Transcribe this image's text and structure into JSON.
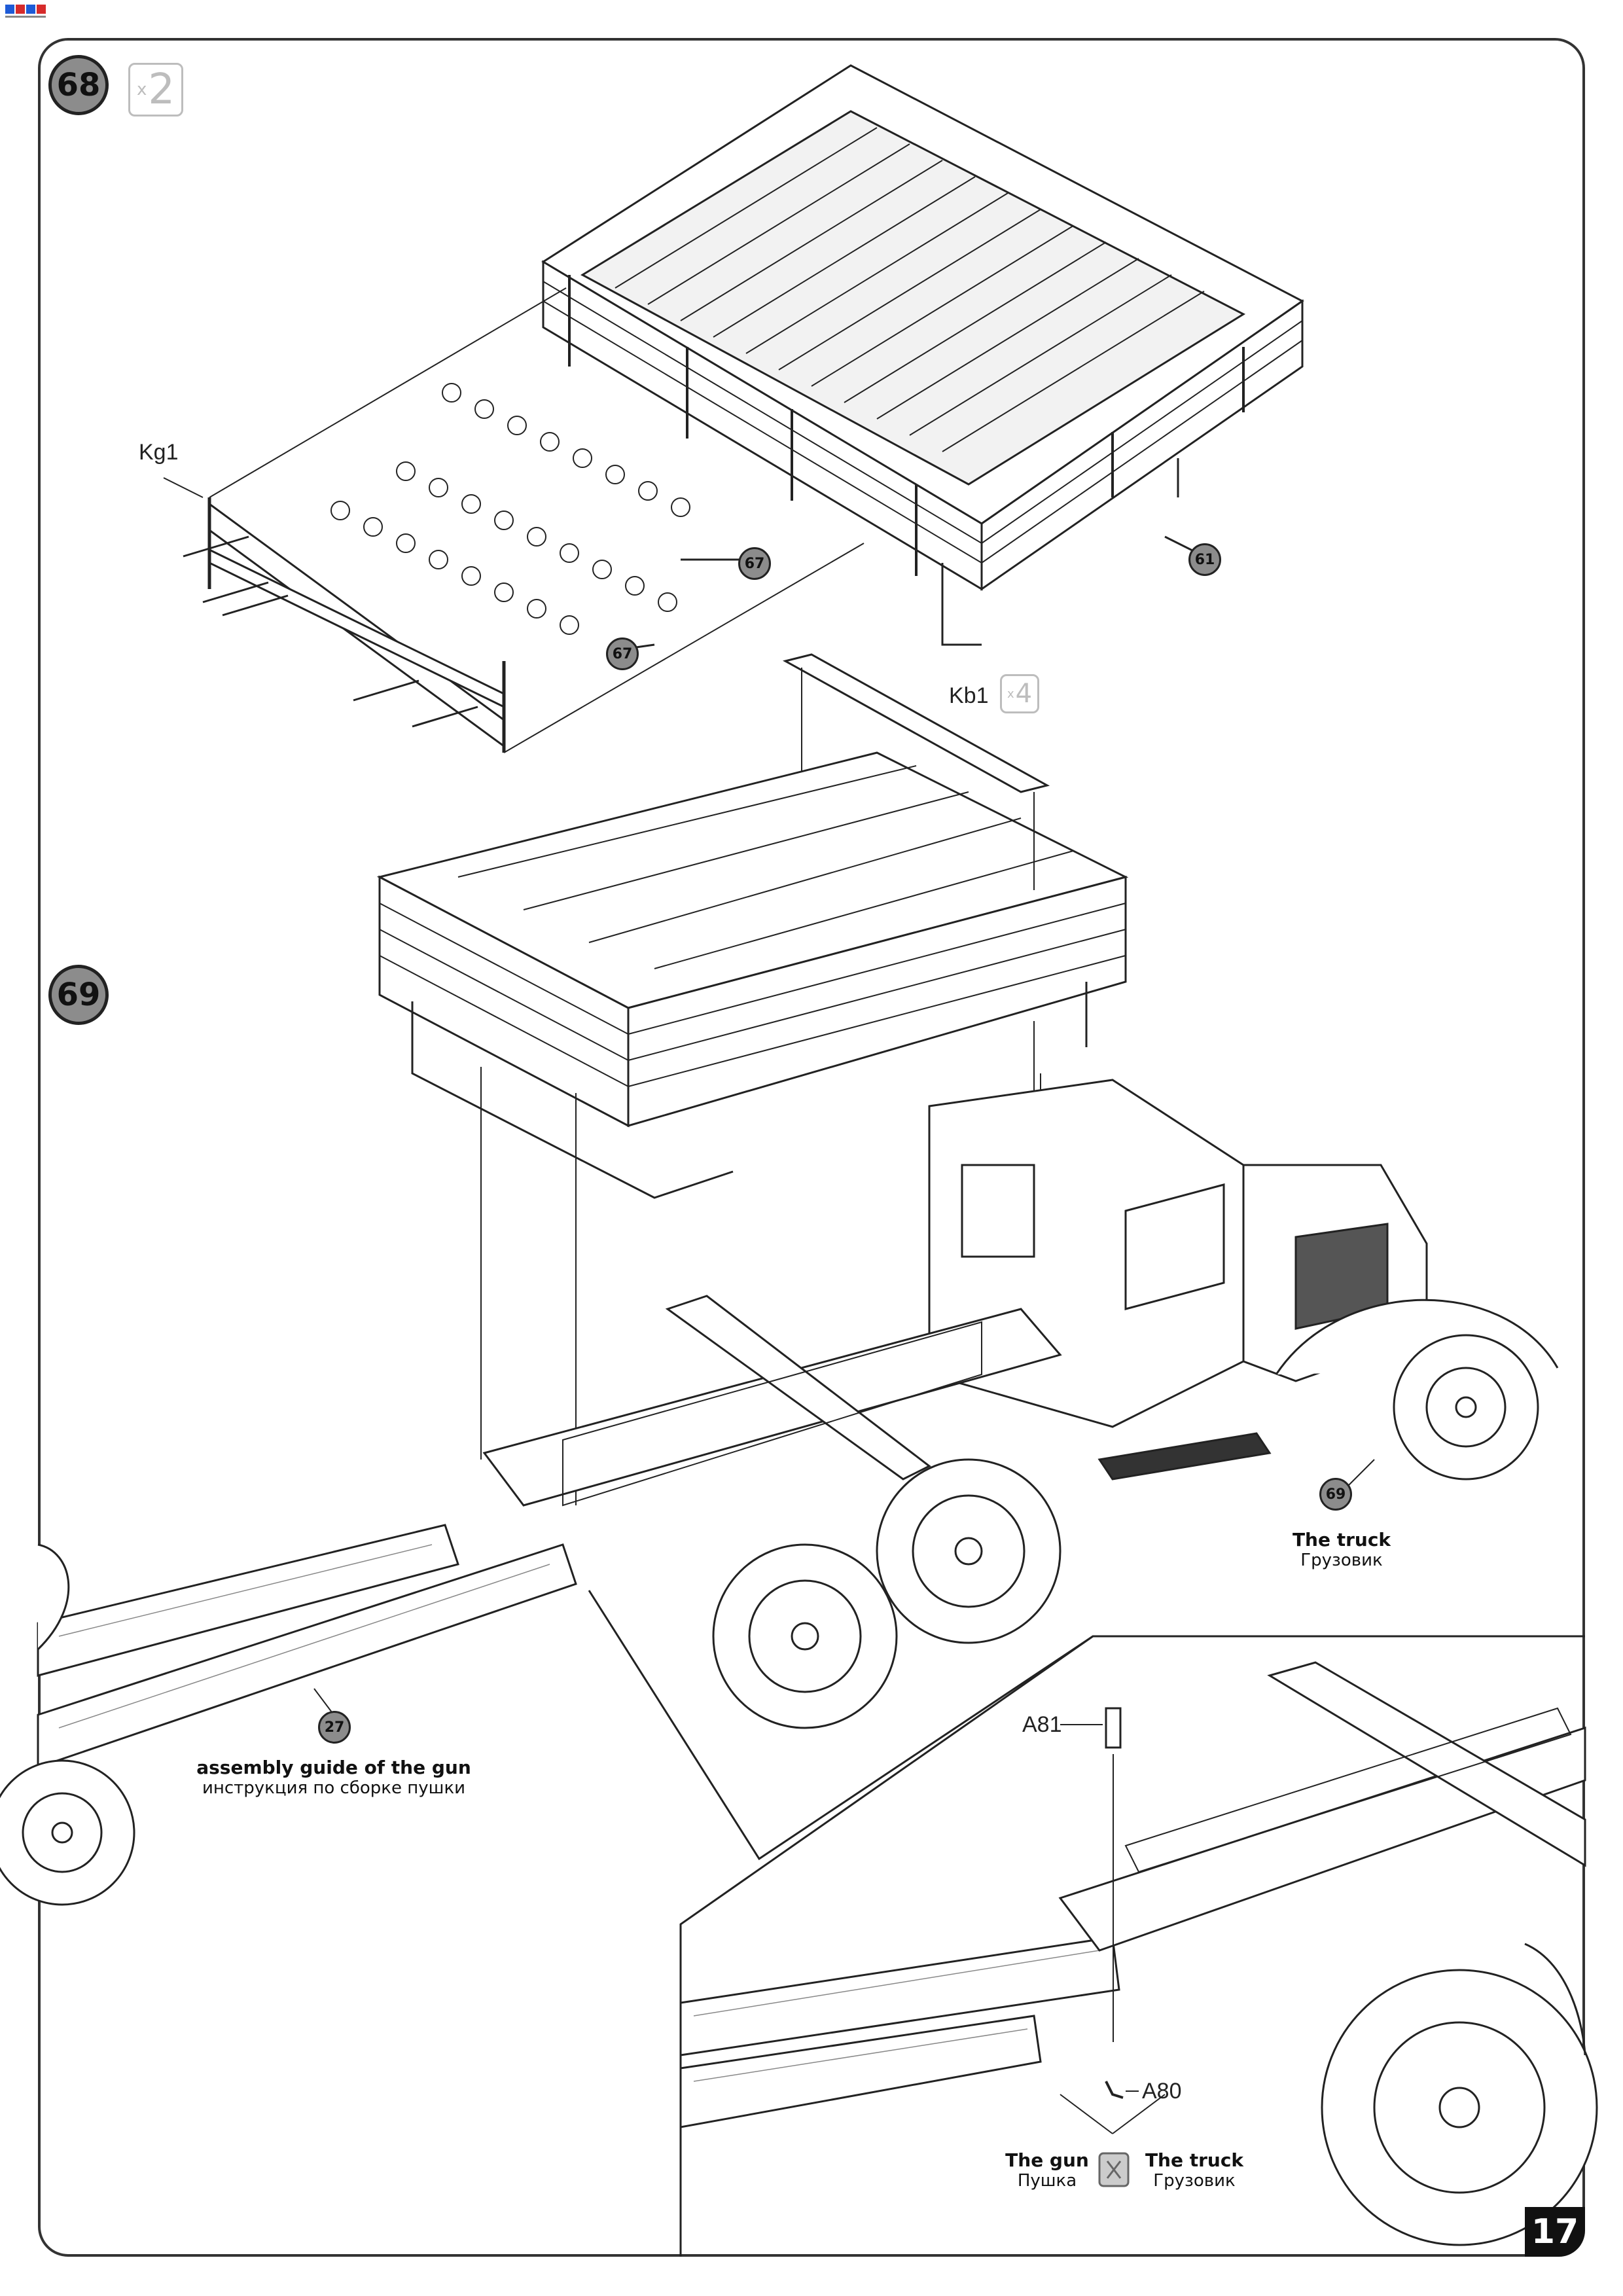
{
  "header": {
    "brand_logo": "brand-logo"
  },
  "steps": [
    {
      "number": "68",
      "multiplier_x": "x",
      "multiplier_n": "2"
    },
    {
      "number": "69"
    }
  ],
  "parts": {
    "kg1": "Kg1",
    "kb1": "Kb1",
    "kb1_mult_x": "x",
    "kb1_mult_n": "4",
    "a81": "A81",
    "a80": "A80"
  },
  "callouts": {
    "c67a": "67",
    "c67b": "67",
    "c61": "61",
    "c69": "69",
    "c27": "27"
  },
  "captions": {
    "truck_en": "The truck",
    "truck_ru": "Грузовик",
    "gun_guide_en": "assembly guide  of the gun",
    "gun_guide_ru": "инструкция по сборке пушки",
    "detail_gun_en": "The gun",
    "detail_gun_ru": "Пушка",
    "detail_truck_en": "The truck",
    "detail_truck_ru": "Грузовик"
  },
  "page_number": "17"
}
